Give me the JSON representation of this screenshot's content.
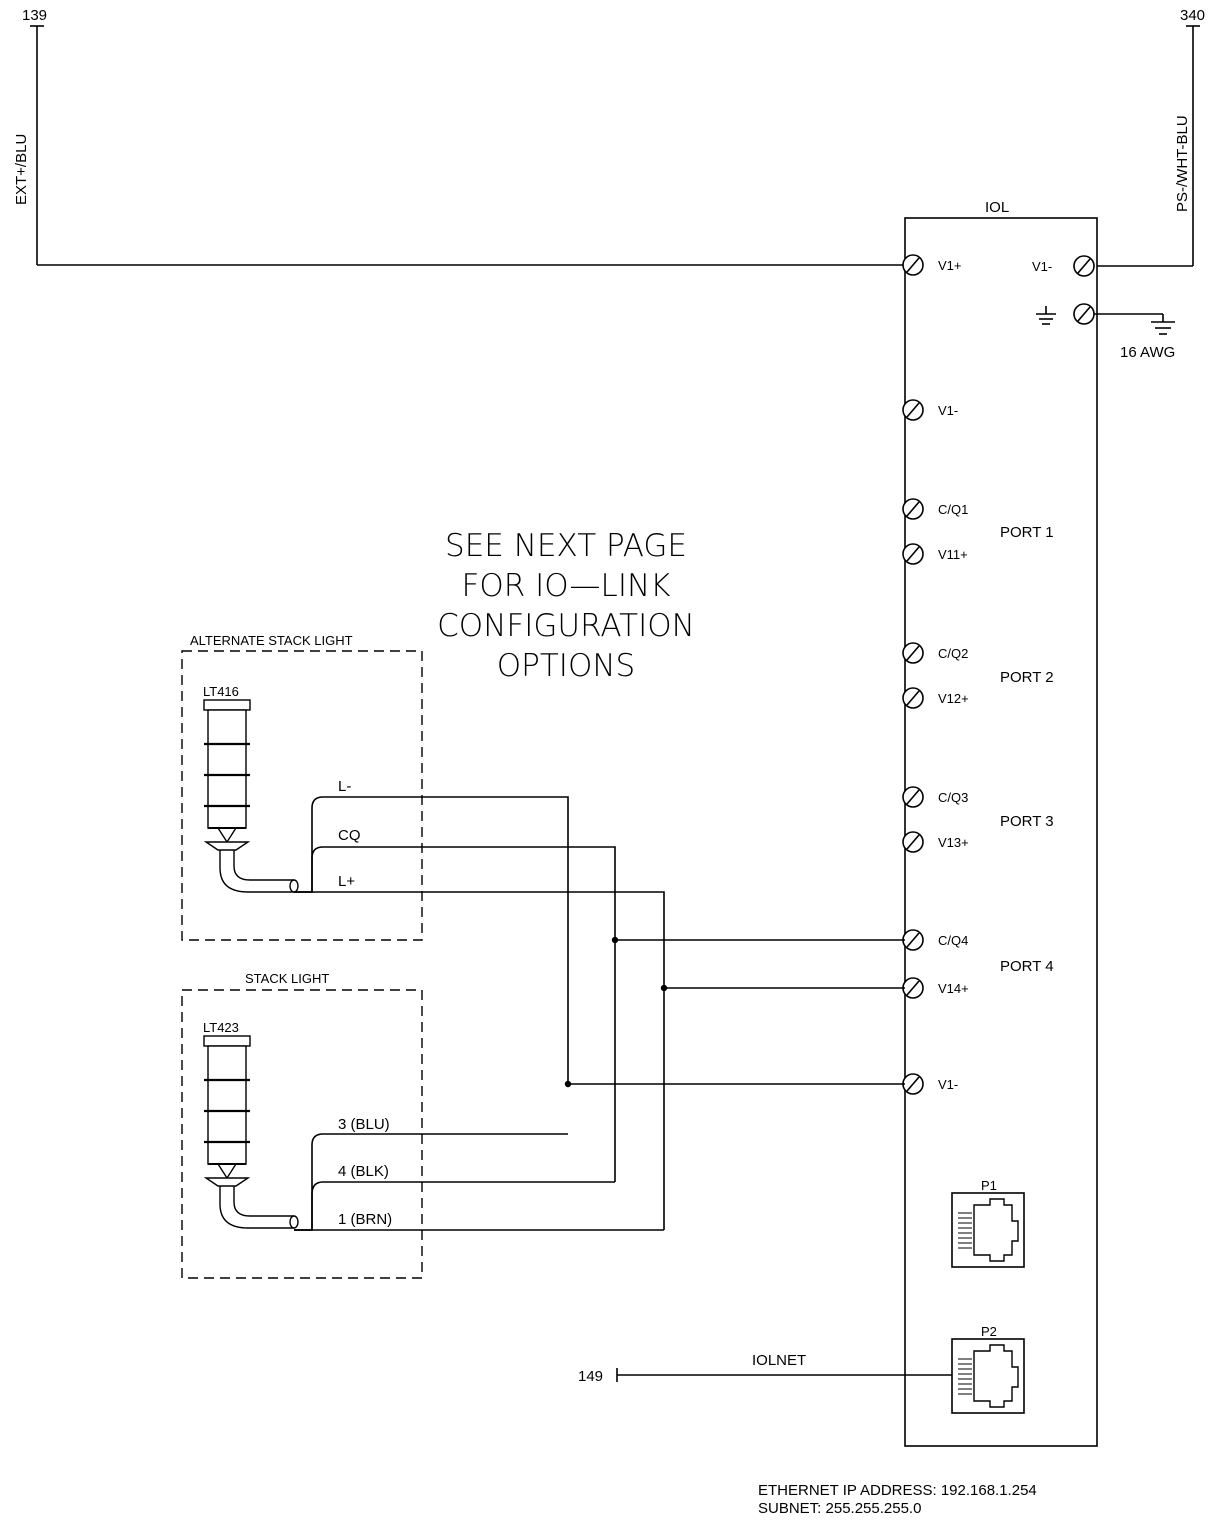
{
  "off_page": {
    "left_ref": "139",
    "right_ref": "340",
    "net_ref": "149"
  },
  "wire_labels": {
    "left_supply": "EXT+/BLU",
    "right_supply": "PS-/WHT-BLU",
    "ground_gauge": "16 AWG",
    "network": "IOLNET"
  },
  "module": {
    "title": "IOL",
    "terminals": {
      "v1_plus_top": "V1+",
      "v1_minus_top": "V1-",
      "v1_minus_1": "V1-",
      "cq1": "C/Q1",
      "v1p1": "V11+",
      "cq2": "C/Q2",
      "v1p2": "V12+",
      "cq3": "C/Q3",
      "v1p3": "V13+",
      "cq4": "C/Q4",
      "v1p4": "V14+",
      "v1_minus_2": "V1-"
    },
    "ports": {
      "p1": "PORT 1",
      "p2": "PORT 2",
      "p3": "PORT 3",
      "p4": "PORT 4"
    },
    "jacks": {
      "j1": "P1",
      "j2": "P2"
    }
  },
  "note": {
    "line1": "SEE NEXT PAGE",
    "line2": "FOR IO—LINK",
    "line3": "CONFIGURATION",
    "line4": "OPTIONS"
  },
  "alt_stack": {
    "title": "ALTERNATE STACK LIGHT",
    "tag": "LT416",
    "w1": "L-",
    "w2": "CQ",
    "w3": "L+"
  },
  "stack": {
    "title": "STACK LIGHT",
    "tag": "LT423",
    "w1": "3 (BLU)",
    "w2": "4 (BLK)",
    "w3": "1 (BRN)"
  },
  "network": {
    "ip": "ETHERNET IP ADDRESS: 192.168.1.254",
    "subnet": "SUBNET: 255.255.255.0"
  }
}
